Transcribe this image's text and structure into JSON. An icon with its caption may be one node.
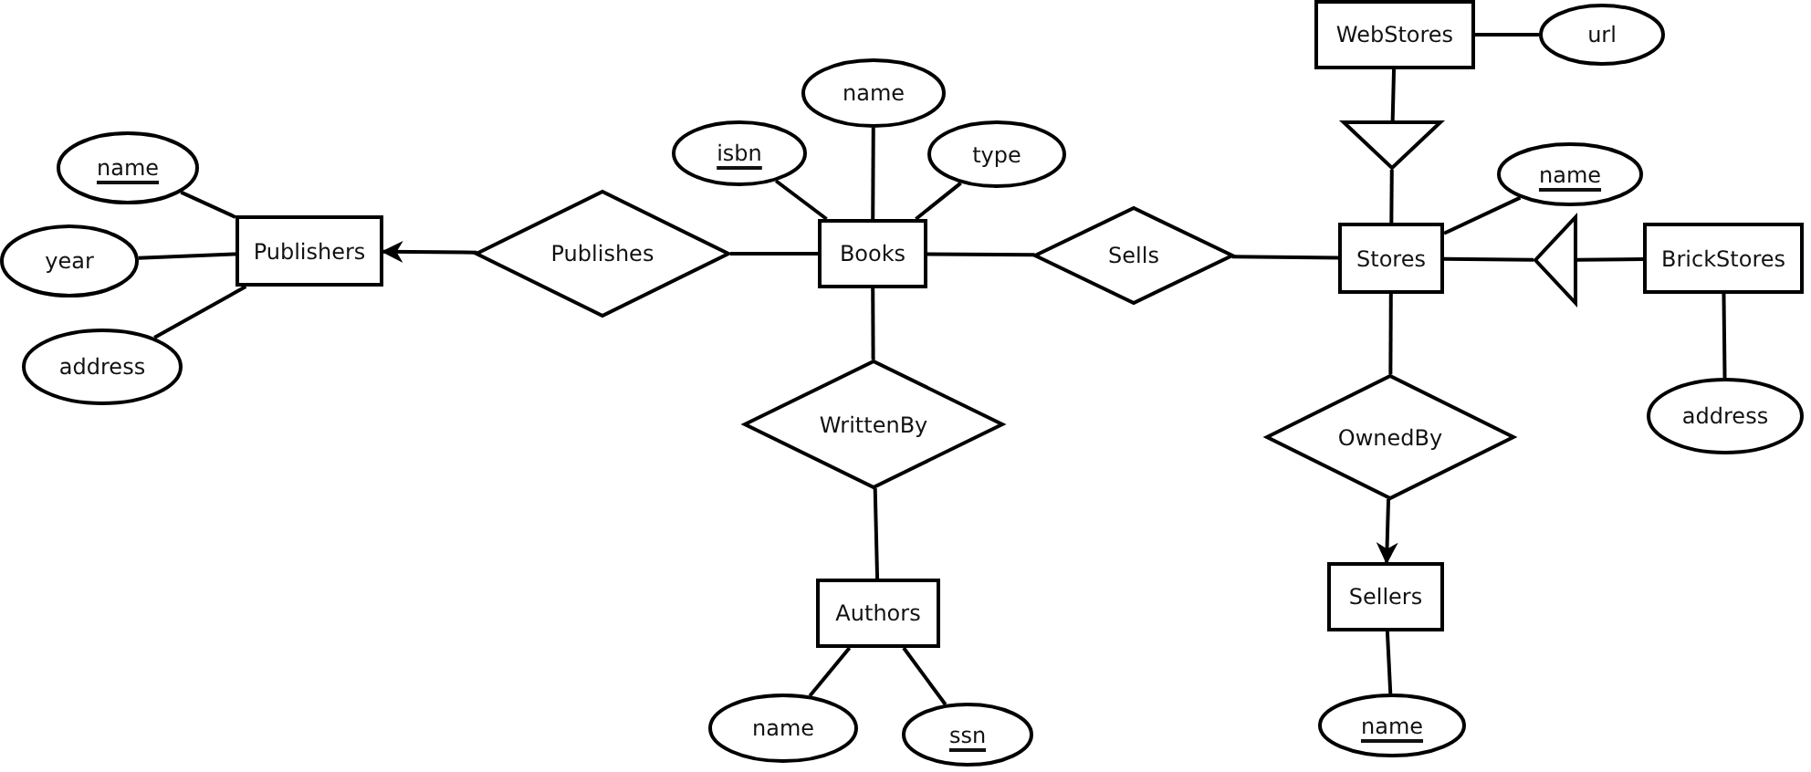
{
  "diagram": {
    "nodes": [
      {
        "text": [
          "name"
        ]
      },
      {
        "text": [
          "year"
        ]
      },
      {
        "text": [
          "address"
        ]
      },
      {
        "text": [
          "Publishers"
        ]
      },
      {
        "text": [
          "Publishes"
        ]
      },
      {
        "text": [
          "isbn"
        ]
      },
      {
        "text": [
          "name"
        ]
      },
      {
        "text": [
          "type"
        ]
      },
      {
        "text": [
          "Books"
        ]
      },
      {
        "text": [
          "Sells"
        ]
      },
      {
        "text": [
          "WebStores"
        ]
      },
      {
        "text": [
          "url"
        ]
      },
      {
        "text": [],
        "shape": "triangle"
      },
      {
        "text": [
          "Stores"
        ]
      },
      {
        "text": [
          "name"
        ]
      },
      {
        "text": [],
        "shape": "triangle"
      },
      {
        "text": [
          "BrickStores"
        ]
      },
      {
        "text": [
          "address"
        ]
      },
      {
        "text": [
          "WrittenBy"
        ]
      },
      {
        "text": [
          "OwnedBy"
        ]
      },
      {
        "text": [
          "Authors"
        ]
      },
      {
        "text": [
          "name"
        ]
      },
      {
        "text": [
          "ssn"
        ]
      },
      {
        "text": [
          "Sellers"
        ]
      },
      {
        "text": [
          "name"
        ]
      }
    ],
    "edges": [
      {
        "from": 0,
        "to": 3,
        "arrow": "none"
      },
      {
        "from": 1,
        "to": 3,
        "arrow": "none"
      },
      {
        "from": 2,
        "to": 3,
        "arrow": "none"
      },
      {
        "from": 4,
        "to": 3,
        "arrow": "to"
      },
      {
        "from": 4,
        "to": 8,
        "arrow": "none"
      },
      {
        "from": 5,
        "to": 8,
        "arrow": "none"
      },
      {
        "from": 6,
        "to": 8,
        "arrow": "none"
      },
      {
        "from": 7,
        "to": 8,
        "arrow": "none"
      },
      {
        "from": 8,
        "to": 9,
        "arrow": "none"
      },
      {
        "from": 9,
        "to": 13,
        "arrow": "none"
      },
      {
        "from": 10,
        "to": 11,
        "arrow": "none"
      },
      {
        "from": 10,
        "to": 12,
        "arrow": "none"
      },
      {
        "from": 12,
        "to": 13,
        "arrow": "none"
      },
      {
        "from": 14,
        "to": 13,
        "arrow": "none"
      },
      {
        "from": 16,
        "to": 15,
        "arrow": "none"
      },
      {
        "from": 15,
        "to": 13,
        "arrow": "none"
      },
      {
        "from": 16,
        "to": 17,
        "arrow": "none"
      },
      {
        "from": 8,
        "to": 18,
        "arrow": "none"
      },
      {
        "from": 18,
        "to": 20,
        "arrow": "none"
      },
      {
        "from": 20,
        "to": 21,
        "arrow": "none"
      },
      {
        "from": 20,
        "to": 22,
        "arrow": "none"
      },
      {
        "from": 13,
        "to": 19,
        "arrow": "none"
      },
      {
        "from": 19,
        "to": 23,
        "arrow": "to"
      },
      {
        "from": 23,
        "to": 24,
        "arrow": "none"
      }
    ]
  }
}
